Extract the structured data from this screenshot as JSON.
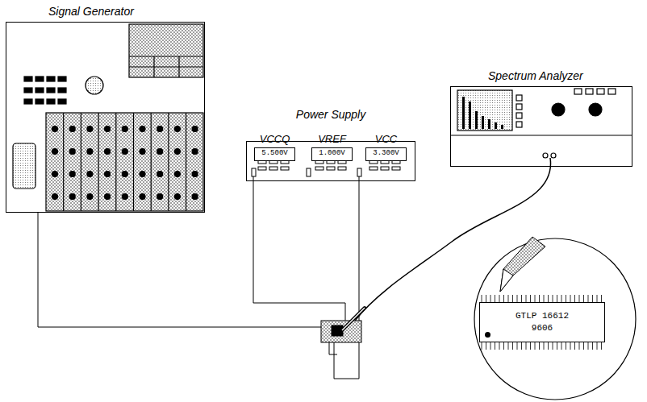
{
  "diagram": {
    "nodes": [
      {
        "text": [
          "Signal Generator"
        ]
      },
      {
        "text": [
          "Power Supply"
        ]
      },
      {
        "text": [
          "VCCQ",
          "5.500V"
        ],
        "in": 1
      },
      {
        "text": [
          "VREF",
          "1.000V"
        ],
        "in": 1
      },
      {
        "text": [
          "VCC",
          "3.300V"
        ],
        "in": 1
      },
      {
        "text": [
          "Spectrum Analyzer"
        ]
      },
      {
        "text": [
          "GTLP 16612 9606"
        ]
      }
    ]
  }
}
